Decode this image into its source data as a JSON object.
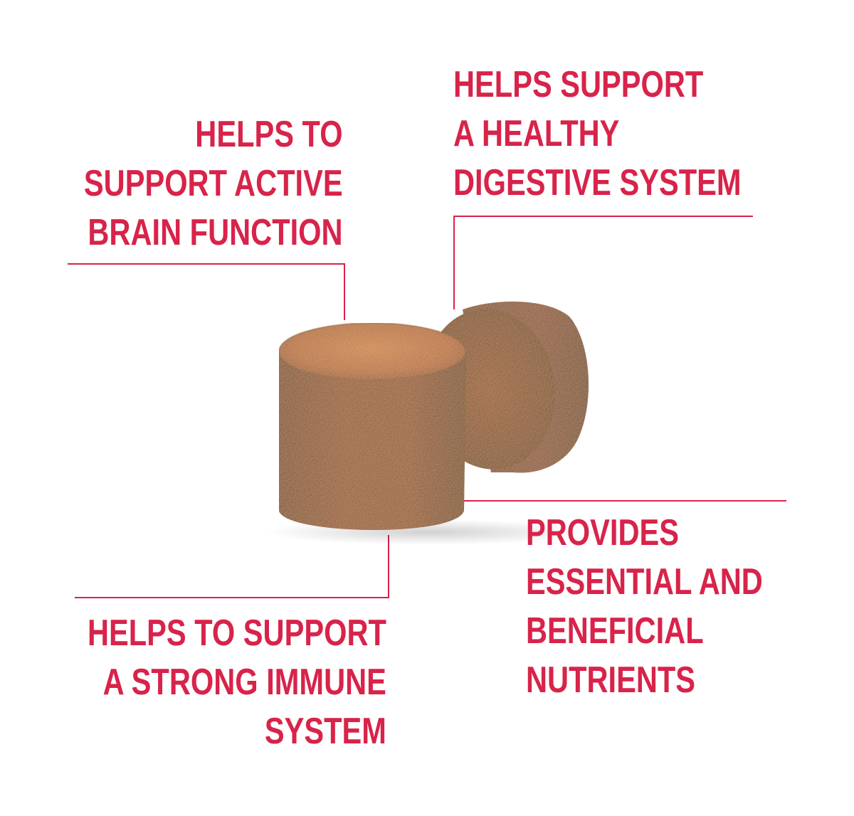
{
  "benefits": {
    "brain": [
      "HELPS TO",
      "SUPPORT ACTIVE",
      "BRAIN FUNCTION"
    ],
    "digestive": [
      "HELPS SUPPORT",
      "A HEALTHY",
      "DIGESTIVE SYSTEM"
    ],
    "immune": [
      "HELPS TO SUPPORT",
      "A STRONG IMMUNE",
      "SYSTEM"
    ],
    "nutrients": [
      "PROVIDES",
      "ESSENTIAL AND",
      "BENEFICIAL",
      "NUTRIENTS"
    ]
  },
  "colors": {
    "accent": "#d8234a",
    "chew_dark": "#5a2a1c",
    "chew_mid": "#8a4328",
    "chew_light": "#b8673a",
    "background": "#ffffff"
  }
}
